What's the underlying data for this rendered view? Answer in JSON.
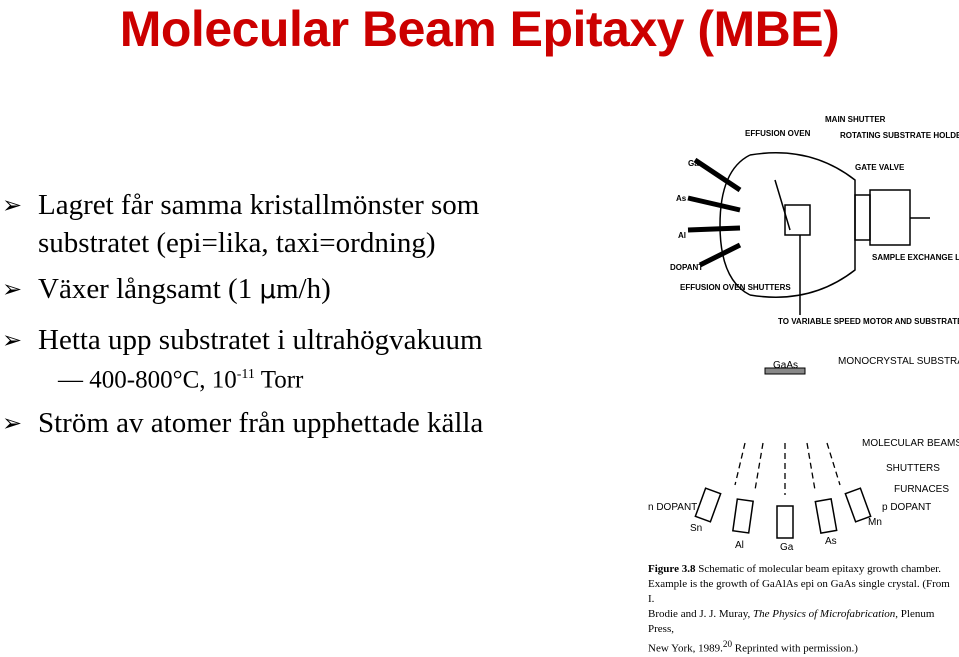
{
  "title": "Molecular Beam Epitaxy (MBE)",
  "bullets": [
    {
      "line1": "Lagret får samma kristallmönster som",
      "line2": "substratet (epi=lika, taxi=ordning)"
    },
    {
      "pre": "Växer långsamt (1 ",
      "mu": "μ",
      "post": "m/h)"
    },
    {
      "line1": "Hetta upp substratet i ultrahögvakuum"
    },
    {
      "line1": "Ström av atomer från upphettade källa"
    }
  ],
  "subbullet": {
    "dash": "—",
    "text": "400-800°C, 10",
    "exp": "-11",
    "unit": " Torr"
  },
  "diagram_top": {
    "main_shutter": "MAIN SHUTTER",
    "effusion_oven": "EFFUSION OVEN",
    "rotating_holder": "ROTATING SUBSTRATE HOLDER",
    "gate_valve": "GATE VALVE",
    "ga": "Ga",
    "as": "As",
    "al": "Al",
    "dopant": "DOPANT",
    "sample_exchange": "SAMPLE EXCHANGE LOAD LOCK",
    "effusion_shutters": "EFFUSION OVEN SHUTTERS",
    "motor": "TO VARIABLE SPEED MOTOR AND SUBSTRATE HEATER SUPPLY"
  },
  "diagram_bottom": {
    "gaas": "GaAs",
    "monocrystal": "MONOCRYSTAL SUBSTRATE",
    "beams": "MOLECULAR BEAMS",
    "shutters": "SHUTTERS",
    "furnaces": "FURNACES",
    "n_dopant": "n DOPANT",
    "p_dopant": "p DOPANT",
    "sn": "Sn",
    "al": "Al",
    "ga": "Ga",
    "as": "As",
    "mn": "Mn"
  },
  "caption": {
    "label": "Figure 3.8",
    "l1": "Schematic of molecular beam epitaxy growth chamber.",
    "l2": "Example is the growth of GaAlAs epi on GaAs single crystal. (From I.",
    "l3a": "Brodie and J. J. Muray, ",
    "l3b": "The Physics of Microfabrication",
    "l3c": ", Plenum Press,",
    "l4a": "New York, 1989.",
    "l4b": "20",
    "l4c": " Reprinted with permission.)"
  }
}
